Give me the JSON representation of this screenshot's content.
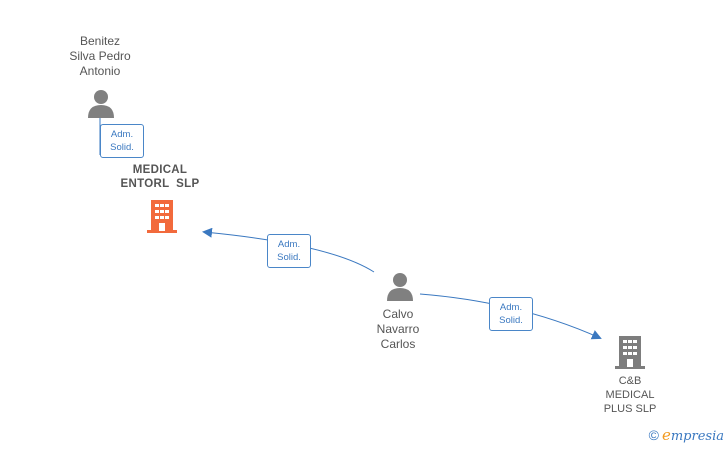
{
  "colors": {
    "person": "#808080",
    "company_main": "#f26a3c",
    "company": "#7d7d7d",
    "edge": "#3a78c0",
    "label": "#555555"
  },
  "people": [
    {
      "id": "benitez",
      "lines": [
        "Benitez",
        "Silva Pedro",
        "Antonio"
      ]
    },
    {
      "id": "calvo",
      "lines": [
        "Calvo",
        "Navarro",
        "Carlos"
      ]
    }
  ],
  "companies": [
    {
      "id": "medical-entorl",
      "lines": [
        "MEDICAL",
        "ENTORL  SLP"
      ],
      "highlight": true
    },
    {
      "id": "cb-medical",
      "lines": [
        "C&B",
        "MEDICAL",
        "PLUS SLP"
      ],
      "highlight": false
    }
  ],
  "relations": [
    {
      "from": "benitez",
      "to": "medical-entorl",
      "label": [
        "Adm.",
        "Solid."
      ]
    },
    {
      "from": "calvo",
      "to": "medical-entorl",
      "label": [
        "Adm.",
        "Solid."
      ]
    },
    {
      "from": "calvo",
      "to": "cb-medical",
      "label": [
        "Adm.",
        "Solid."
      ]
    }
  ],
  "brand": {
    "copyright": "©",
    "e": "e",
    "rest": "mpresia"
  }
}
